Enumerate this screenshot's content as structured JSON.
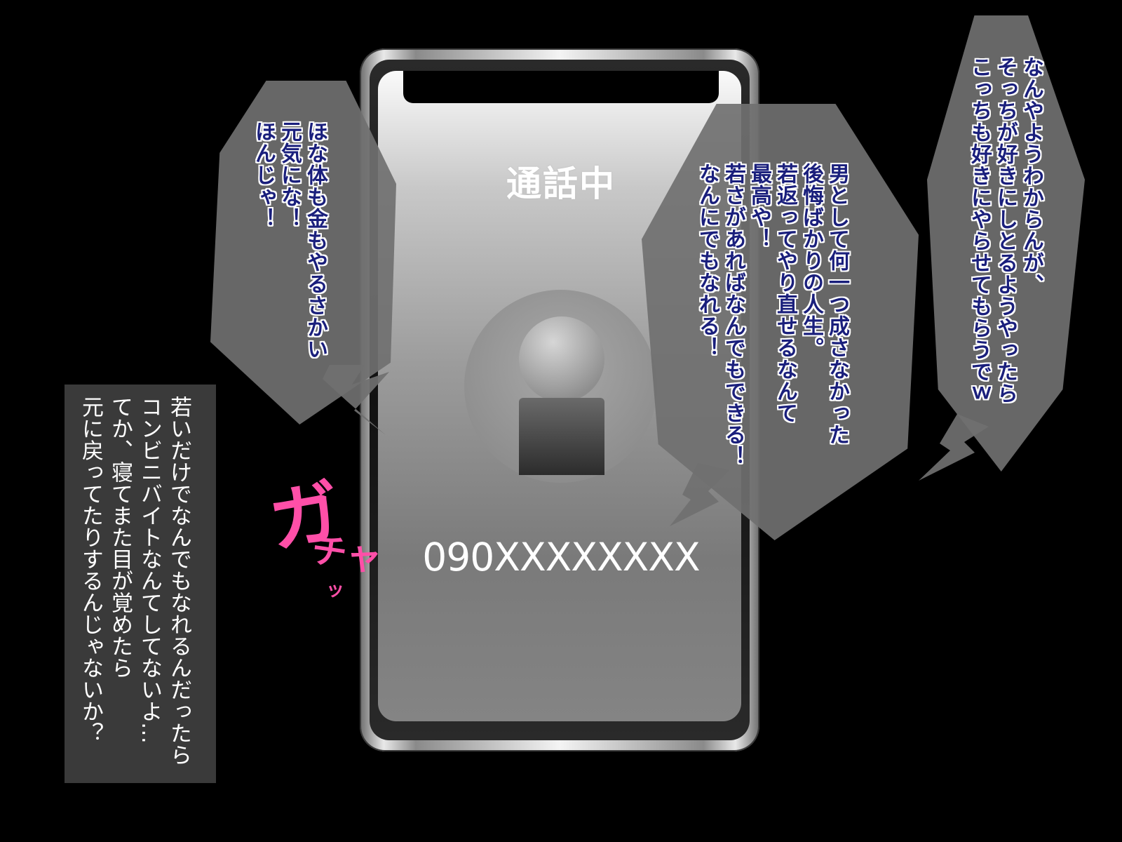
{
  "phone": {
    "call_status": "通話中",
    "phone_number": "090XXXXXXXX",
    "avatar_icon": "person-icon"
  },
  "bubble_left": {
    "lines": [
      "ほな体も金もやるさかい",
      "元気にな！",
      "ほんじゃ！"
    ]
  },
  "bubble_mid": {
    "lines": [
      "男として何一つ成さなかった",
      "後悔ばかりの人生。",
      "若返ってやり直せるなんて",
      "最高や！",
      "若さがあればなんでもできる！",
      "なんにでもなれる！"
    ]
  },
  "bubble_right": {
    "lines": [
      "なんやようわからんが、",
      "そっちが好きにしとるようやったら",
      "こっちも好きにやらせてもらうでｗ"
    ]
  },
  "narration": {
    "lines": [
      "若いだけでなんでもなれるんだったら",
      "コンビニバイトなんてしてないよ…",
      "てか、寝てまた目が覚めたら",
      "元に戻ってたりするんじゃないか？"
    ]
  },
  "sfx": {
    "big": "ガ",
    "small": "チャ",
    "tiny": "ッ"
  },
  "colors": {
    "bubble_text": "#1a1f7c",
    "sfx": "#ff4fa8",
    "background": "#000000"
  }
}
